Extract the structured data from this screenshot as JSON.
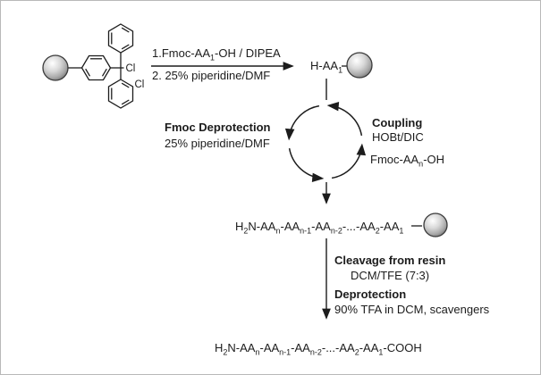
{
  "scheme": {
    "resin_structure": {
      "cl_alpha_label": "Cl",
      "cl_ortho_label": "Cl"
    },
    "step1": {
      "line1_formula": [
        [
          "1.Fmoc-AA",
          0
        ],
        [
          "1",
          1
        ],
        [
          "-OH / DIPEA",
          0
        ]
      ],
      "line2": "2. 25% piperidine/DMF"
    },
    "product1_formula": [
      [
        "H-AA",
        0
      ],
      [
        "1",
        1
      ]
    ],
    "cycle": {
      "deprotection_title": "Fmoc Deprotection",
      "deprotection_reagent": "25% piperidine/DMF",
      "coupling_title": "Coupling",
      "coupling_reagents": "HOBt/DIC",
      "coupling_monomer_formula": [
        [
          "Fmoc-AA",
          0
        ],
        [
          "n",
          1
        ],
        [
          "-OH",
          0
        ]
      ]
    },
    "product2_formula": [
      [
        "H",
        0
      ],
      [
        "2",
        1
      ],
      [
        "N-AA",
        0
      ],
      [
        "n",
        1
      ],
      [
        "-AA",
        0
      ],
      [
        "n-1",
        1
      ],
      [
        "-AA",
        0
      ],
      [
        "n-2",
        1
      ],
      [
        "-...-AA",
        0
      ],
      [
        "2",
        1
      ],
      [
        "-AA",
        0
      ],
      [
        "1",
        1
      ]
    ],
    "step2": {
      "cleavage_title": "Cleavage from resin",
      "cleavage_reagent": "DCM/TFE (7:3)",
      "deprotection_title": "Deprotection",
      "deprotection_reagent": "90% TFA in DCM, scavengers"
    },
    "product3_formula": [
      [
        "H",
        0
      ],
      [
        "2",
        1
      ],
      [
        "N-AA",
        0
      ],
      [
        "n",
        1
      ],
      [
        "-AA",
        0
      ],
      [
        "n-1",
        1
      ],
      [
        "-AA",
        0
      ],
      [
        "n-2",
        1
      ],
      [
        "-...-AA",
        0
      ],
      [
        "2",
        1
      ],
      [
        "-AA",
        0
      ],
      [
        "1",
        1
      ],
      [
        "-COOH",
        0
      ]
    ],
    "colors": {
      "ink": "#1c1c1c",
      "bead_highlight": "#ffffff",
      "bead_mid": "#d8d8d8",
      "bead_dark": "#8c8c8c",
      "bead_stroke": "#3a3a3a"
    }
  }
}
